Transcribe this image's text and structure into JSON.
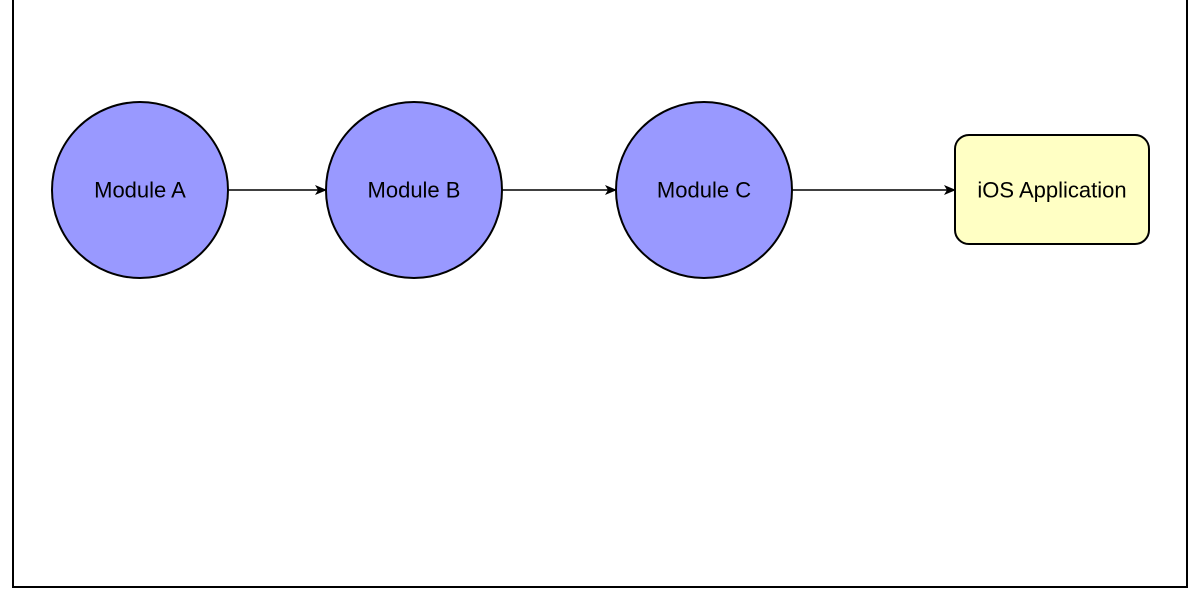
{
  "diagram": {
    "colors": {
      "module_fill": "#9999ff",
      "app_fill": "#ffffc4",
      "stroke": "#000000",
      "background": "#ffffff"
    },
    "nodes": [
      {
        "id": "module-a",
        "label": "Module A",
        "shape": "circle"
      },
      {
        "id": "module-b",
        "label": "Module B",
        "shape": "circle"
      },
      {
        "id": "module-c",
        "label": "Module C",
        "shape": "circle"
      },
      {
        "id": "ios-application",
        "label": "iOS Application",
        "shape": "rounded-rectangle"
      }
    ],
    "edges": [
      {
        "from": "module-a",
        "to": "module-b"
      },
      {
        "from": "module-b",
        "to": "module-c"
      },
      {
        "from": "module-c",
        "to": "ios-application"
      }
    ]
  }
}
